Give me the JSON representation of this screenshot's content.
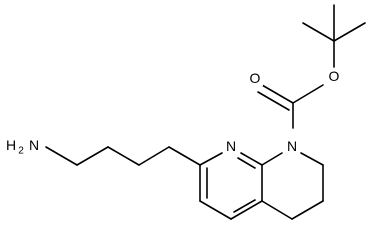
{
  "molecule": {
    "atoms": {
      "amine_h": "H",
      "amine_h_count": "2",
      "amine_n": "N",
      "pyridine_n": "N",
      "ring_n": "N",
      "carbonyl_o": "O",
      "ester_o": "O"
    }
  }
}
